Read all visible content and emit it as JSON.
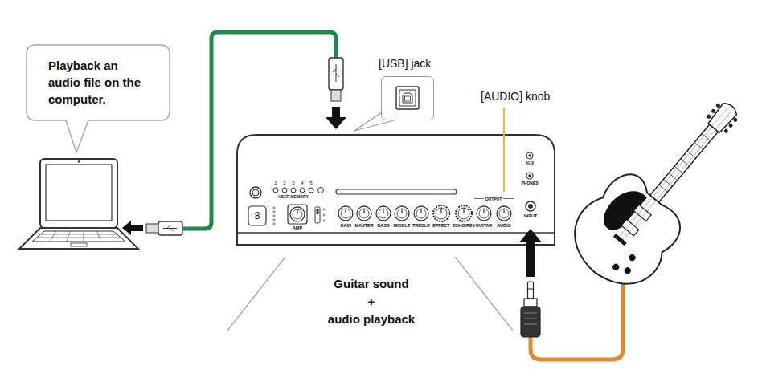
{
  "diagram": {
    "nodes": [
      {
        "text": [
          "Playback an audio file on the computer."
        ]
      },
      {
        "text": [
          "[USB] jack"
        ]
      }
    ],
    "labels": [
      "[AUDIO] knob",
      "1",
      "2",
      "3",
      "4",
      "5",
      "USER MEMORY",
      "8",
      "AMP",
      "GAIN",
      "MASTER",
      "BASS",
      "MIDDLE",
      "TREBLE",
      "EFFECT",
      "ECHO/REV",
      "OUTPUT",
      "GUITAR",
      "AUDIO",
      "AUX",
      "PHONES",
      "INPUT",
      "Guitar sound",
      "+",
      "audio playback"
    ]
  }
}
